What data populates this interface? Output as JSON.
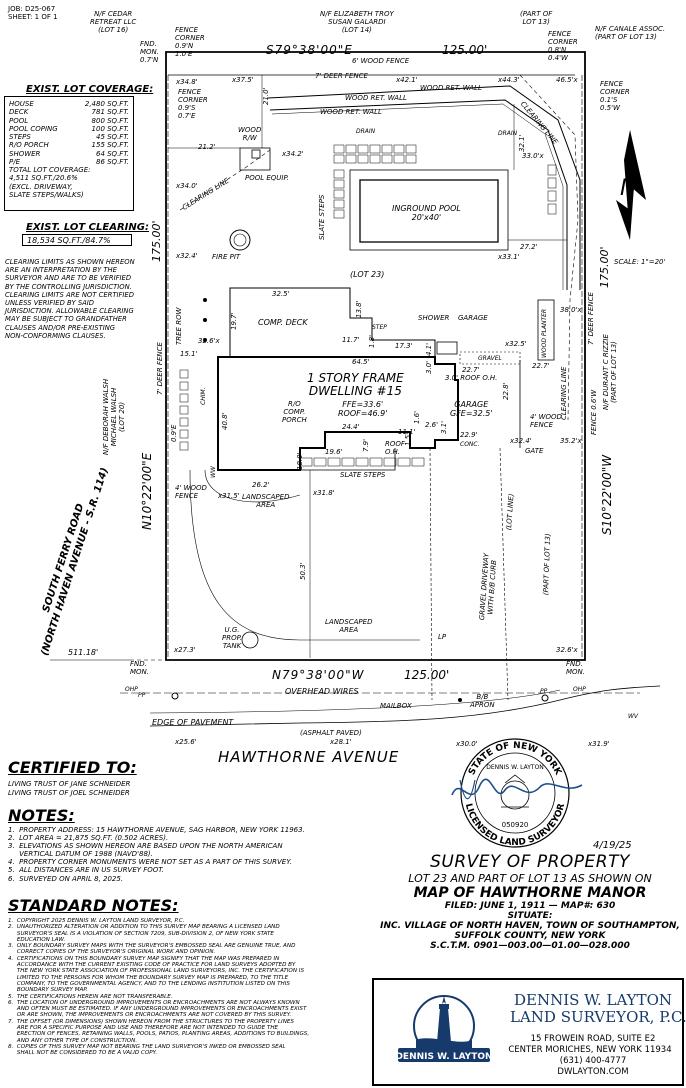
{
  "job": {
    "line1": "JOB: D25-067",
    "line2": "SHEET: 1 OF 1"
  },
  "coverage": {
    "title": "EXIST. LOT COVERAGE:",
    "rows": [
      {
        "label": "HOUSE",
        "value": "2,480 SQ.FT."
      },
      {
        "label": "DECK",
        "value": "781 SQ.FT."
      },
      {
        "label": "POOL",
        "value": "800 SQ.FT."
      },
      {
        "label": "POOL COPING",
        "value": "100 SQ.FT."
      },
      {
        "label": "STEPS",
        "value": "45 SQ.FT."
      },
      {
        "label": "R/O PORCH",
        "value": "155 SQ.FT."
      },
      {
        "label": "SHOWER",
        "value": "64 SQ.FT."
      },
      {
        "label": "P/E",
        "value": "86 SQ.FT."
      }
    ],
    "total_label": "TOTAL LOT COVERAGE:",
    "total_value": "4,511 SQ.FT./20.6%",
    "excl1": "(EXCL. DRIVEWAY,",
    "excl2": "SLATE STEPS/WALKS)"
  },
  "clearing": {
    "title": "EXIST. LOT CLEARING:",
    "value": "18,534 SQ.FT./84.7%",
    "note": "CLEARING LIMITS AS SHOWN HEREON\nARE AN INTERPRETATION BY THE\nSURVEYOR AND ARE TO BE VERIFIED\nBY THE CONTROLLING JURISDICTION.\nCLEARING LIMITS ARE NOT CERTIFIED\nUNLESS VERIFIED BY SAID\nJURISDICTION. ALLOWABLE CLEARING\nMAY BE SUBJECT TO GRANDFATHER\nCLAUSES AND/OR PRE-EXISTING\nNON-CONFORMING CLAUSES."
  },
  "plan": {
    "nf_cedar": "N/F CEDAR\nRETREAT LLC\n(LOT 16)",
    "nf_troy": "N/F ELIZABETH TROY\nSUSAN GALARDI\n(LOT 14)",
    "part_lot13_top": "(PART OF\nLOT 13)",
    "nf_canale": "N/F CANALE ASSOC.\n(PART OF LOT 13)",
    "fnd_mon_tl": "FND.\nMON.\n0.7'N",
    "fence_corner_1": "FENCE\nCORNER\n0.9'N\n1.0'E",
    "fence_corner_2": "FENCE\nCORNER\n0.8'N\n0.4'W",
    "fence_corner_3": "FENCE\nCORNER\n0.1'S\n0.5'W",
    "fence_corner_4": "FENCE\nCORNER\n0.9'S\n0.7'E",
    "bearing_top": "S79°38'00\"E",
    "dist_top": "125.00'",
    "deer_fence_6": "6' WOOD FENCE",
    "deer_fence_7": "7' DEER FENCE",
    "wood_ret_wall": "WOOD RET. WALL",
    "clearing_line": "CLEARING LINE",
    "drain": "DRAIN",
    "wood_rw": "WOOD\nR/W",
    "pool_equip": "POOL EQUIP.",
    "slate_steps": "SLATE STEPS",
    "inground_pool": "INGROUND POOL\n20'x40'",
    "fire_pit": "FIRE PIT",
    "lot23": "(LOT 23)",
    "comp_deck": "COMP. DECK",
    "step": "STEP",
    "shower": "SHOWER",
    "garage_label": "GARAGE",
    "gravel": "GRAVEL",
    "roof_oh": "3.0' ROOF O.H.",
    "dwelling": "1 STORY FRAME\nDWELLING #15",
    "ffe": "FFE=33.6'\nROOF=46.9'",
    "garage_gfe": "GARAGE\nGFE=32.5'",
    "ro_porch": "R/O\nCOMP.\nPORCH",
    "roof_oh2": "ROOF\nO.H.",
    "conc": "CONC.",
    "wood_fence_4": "4' WOOD\nFENCE",
    "gate": "GATE",
    "landscaped_area": "LANDSCAPED\nAREA",
    "landscaped_area2": "LANDSCAPED\nAREA",
    "gravel_driveway": "GRAVEL DRIVEWAY\nWITH B/B CURB",
    "lot_line": "(LOT LINE)",
    "part_lot13_right": "(PART OF LOT 13)",
    "ug_tank": "U.G.\nPROP.\nTANK",
    "lp": "LP",
    "tree_row": "TREE ROW",
    "nf_walsh": "N/F DEBORAH WALSH\nMICHAEL WALSH\n(LOT 20)",
    "nf_rizzie": "N/F DURANT C RIZZIE\n(PART OF LOT 13)",
    "fence_06w": "FENCE 0.6'W",
    "wood_planter": "WOOD PLANTER",
    "clearing_line_2": "CLEARING LINE",
    "bearing_left": "N10°22'00\"E",
    "bearing_right": "S10°22'00\"W",
    "dist_left": "175.00'",
    "dist_right": "175.00'",
    "bearing_bottom": "N79°38'00\"W",
    "dist_bottom": "125.00'",
    "fnd_mon_bl": "FND.\nMON.",
    "fnd_mon_br": "FND.\nMON.",
    "south_ferry": "SOUTH FERRY ROAD\n(NORTH HAVEN AVENUE - S.R. 114)",
    "dist_511": "511.18'",
    "overhead_wires": "OVERHEAD WIRES",
    "mailbox": "MAILBOX",
    "bb_apron": "B/B\nAPRON",
    "edge_pavement": "EDGE OF PAVEMENT",
    "asphalt": "(ASPHALT PAVED)",
    "hawthorne": "HAWTHORNE AVENUE",
    "scale": "SCALE: 1\"=20'",
    "north": "N",
    "ohp": "OHP",
    "pp": "PP",
    "wv": "WV",
    "dims": {
      "d_34_8": "x34.8'",
      "d_37_5": "x37.5'",
      "d_42_1": "x42.1'",
      "d_44_3": "x44.3'",
      "d_46_5": "46.5'x",
      "d_21_0": "21.0'",
      "d_21_2": "21.2'",
      "d_34_2": "x34.2'",
      "d_34_0": "x34.0'",
      "d_32_1": "32.1'",
      "d_33_0": "33.0'x",
      "d_27_2": "27.2'",
      "d_33_1": "x33.1'",
      "d_32_4": "x32.4'",
      "d_38_0": "38.0'x",
      "d_32_5a": "32.5'",
      "d_19_7": "19.7'",
      "d_13_8": "13.8'",
      "d_11_7": "11.7'",
      "d_1_8": "1.8'",
      "d_17_3": "17.3'",
      "d_4_1": "4.1'",
      "d_32_5b": "x32.5'",
      "d_22_7a": "22.7'",
      "d_22_7b": "22.7'",
      "d_32_6": "32.6'x",
      "d_15_1": "15.1'",
      "d_64_5": "64.5'",
      "d_3_0": "3.0'",
      "d_40_8": "40.8'",
      "d_24_4": "24.4'",
      "d_7_9": "7.9'",
      "d_1_5": "1.5'",
      "d_3_1": "3.1'",
      "d_1_6": "1.6'",
      "d_2_6": "2.6'",
      "d_22_8": "22.8'",
      "d_22_9": "22.9'",
      "d_32_4b": "x32.4'",
      "d_35_2": "35.2'x",
      "d_19_6": "19.6'",
      "d_18_0": "18.0'",
      "d_11_1": "11.1'",
      "d_26_2": "26.2'",
      "d_31_5": "x31.5'",
      "d_31_8": "x31.8'",
      "d_50_3": "50.3'",
      "d_27_3": "x27.3'",
      "d_32_6b": "32.6'x",
      "d_30_0": "x30.0'",
      "d_25_6": "x25.6'",
      "d_28_1": "x28.1'",
      "d_31_9": "x31.9'",
      "d_0_9e": "0.9'E",
      "chim": "CHIM.",
      "ww": "WW"
    }
  },
  "certified": {
    "title": "CERTIFIED TO:",
    "line1": "LIVING TRUST OF JANE SCHNEIDER",
    "line2": "LIVING TRUST OF JOEL SCHNEIDER"
  },
  "notes": {
    "title": "NOTES:",
    "items": [
      "1.  PROPERTY ADDRESS: 15 HAWTHORNE AVENUE, SAG HARBOR, NEW YORK 11963.",
      "2.  LOT AREA = 21,875 SQ.FT. (0.502 ACRES).",
      "3.  ELEVATIONS AS SHOWN HEREON ARE BASED UPON THE NORTH AMERICAN",
      "     VERTICAL DATUM OF 1988 (NAVD'88).",
      "4.  PROPERTY CORNER MONUMENTS WERE NOT SET AS A PART OF THIS SURVEY.",
      "5.  ALL DISTANCES ARE IN US SURVEY FOOT.",
      "6.  SURVEYED ON APRIL 8, 2025."
    ]
  },
  "std_notes": {
    "title": "STANDARD NOTES:",
    "text": "1.  COPYRIGHT 2025 DENNIS W. LAYTON LAND SURVEYOR, P.C.\n2.  UNAUTHORIZED ALTERATION OR ADDITION TO THIS SURVEY MAP BEARING A LICENSED LAND\n     SURVEYOR'S SEAL IS A VIOLATION OF SECTION 7209, SUB-DIVISION 2, OF NEW YORK STATE\n     EDUCATION LAW.\n3.  ONLY BOUNDARY SURVEY MAPS WITH THE SURVEYOR'S EMBOSSED SEAL ARE GENUINE TRUE, AND\n     CORRECT COPIES OF THE SURVEYOR'S ORIGINAL WORK AND OPINION.\n4.  CERTIFICATIONS ON THIS BOUNDARY SURVEY MAP SIGNIFY THAT THE MAP WAS PREPARED IN\n     ACCORDANCE WITH THE CURRENT EXISTING CODE OF PRACTICE FOR LAND SURVEYS ADOPTED BY\n     THE NEW YORK STATE ASSOCIATION OF PROFESSIONAL LAND SURVEYORS, INC. THE CERTIFICATION IS\n     LIMITED TO THE PERSONS FOR WHOM THE BOUNDARY SURVEY MAP IS PREPARED, TO THE TITLE\n     COMPANY, TO THE GOVERNMENTAL AGENCY, AND TO THE LENDING INSTITUTION LISTED ON THIS\n     BOUNDARY SURVEY MAP.\n5.  THE CERTIFICATIONS HEREIN ARE NOT TRANSFERABLE.\n6.  THE LOCATION OF UNDERGROUND IMPROVEMENTS OR ENCROACHMENTS ARE NOT ALWAYS KNOWN\n     AND OFTEN MUST BE ESTIMATED. IF ANY UNDERGROUND IMPROVEMENTS OR ENCROACHMENTS EXIST\n     OR ARE SHOWN, THE IMPROVEMENTS OR ENCROACHMENTS ARE NOT COVERED BY THIS SURVEY.\n7.  THE OFFSET (OR DIMENSIONS) SHOWN HEREON FROM THE STRUCTURES TO THE PROPERTY LINES\n     ARE FOR A SPECIFIC PURPOSE AND USE AND THEREFORE ARE NOT INTENDED TO GUIDE THE\n     ERECTION OF FENCES, RETAINING WALLS, POOLS, PATIOS, PLANTING AREAS, ADDITIONS TO BUILDINGS,\n     AND ANY OTHER TYPE OF CONSTRUCTION.\n8.  COPIES OF THIS SURVEY MAP NOT BEARING THE LAND SURVEYOR'S INKED OR EMBOSSED SEAL\n     SHALL NOT BE CONSIDERED TO BE A VALID COPY."
  },
  "seal": {
    "top_text": "STATE OF NEW YORK",
    "name": "DENNIS W. LAYTON",
    "bottom_text": "LICENSED LAND SURVEYOR",
    "number": "050920",
    "date": "4/19/25"
  },
  "title_block": {
    "survey": "SURVEY OF PROPERTY",
    "lot_line": "LOT 23 AND PART OF LOT 13 AS SHOWN ON",
    "map": "MAP OF HAWTHORNE MANOR",
    "filed": "FILED: JUNE 1, 1911 — MAP#: 630",
    "situate": "SITUATE:",
    "loc1": "INC. VILLAGE OF NORTH HAVEN, TOWN OF SOUTHAMPTON,",
    "loc2": "SUFFOLK COUNTY, NEW YORK",
    "sctm": "S.C.T.M. 0901—003.00—01.00—028.000"
  },
  "company": {
    "logo_text": "DENNIS W. LAYTON",
    "name1": "DENNIS W. LAYTON",
    "name2": "LAND SURVEYOR, P.C.",
    "addr1": "15 FROWEIN ROAD, SUITE E2",
    "addr2": "CENTER MORICHES, NEW YORK 11934",
    "phone": "(631) 400-4777",
    "web": "DWLAYTON.COM"
  },
  "colors": {
    "line": "#000000",
    "seal": "#1e4f8c",
    "company": "#163a6b"
  }
}
